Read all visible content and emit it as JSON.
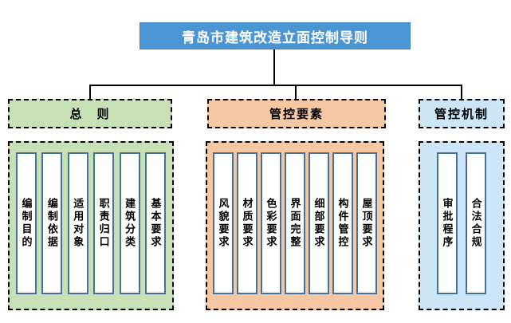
{
  "title": "青岛市建筑改造立面控制导则",
  "colors": {
    "title_fill": "#4b96d2",
    "group_general_fill": "#c8e0b6",
    "group_elements_fill": "#f5c8a3",
    "group_mechanism_fill": "#cde6f7",
    "item_bar_border": "#46719c",
    "connector_line": "#000000",
    "dashed_border": "#000000"
  },
  "groups": [
    {
      "id": "general",
      "label": "总　则",
      "items": [
        "编制目的",
        "编制依据",
        "适用对象",
        "职责归口",
        "建筑分类",
        "基本要求"
      ]
    },
    {
      "id": "elements",
      "label": "管控要素",
      "items": [
        "风貌要求",
        "材质要求",
        "色彩要求",
        "界面完整",
        "细部要求",
        "构件管控",
        "屋顶要求"
      ]
    },
    {
      "id": "mechanism",
      "label": "管控机制",
      "items": [
        "审批程序",
        "合法合规"
      ]
    }
  ]
}
